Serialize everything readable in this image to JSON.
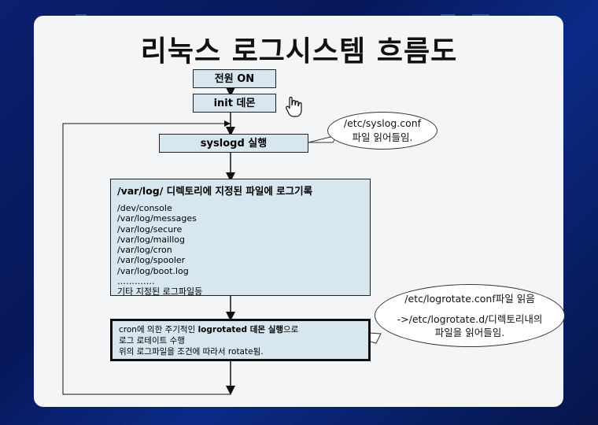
{
  "title": "리눅스 로그시스템 흐름도",
  "steps": {
    "power": "전원 ON",
    "init": "init 데몬",
    "syslogd": "syslogd 실행"
  },
  "log_box": {
    "heading": "/var/log/ 디렉토리에 지정된 파일에 로그기록",
    "items": [
      "/dev/console",
      "/var/log/messages",
      "/var/log/secure",
      "/var/log/maillog",
      "/var/log/cron",
      "/var/log/spooler",
      "/var/log/boot.log",
      "………….",
      "기타 지정된 로그파일등"
    ]
  },
  "cron_box": {
    "line1_prefix": "cron에 의한 주기적인 ",
    "line1_bold": "logrotated 데몬 실행",
    "line1_suffix": "으로",
    "line2": "로그 로테이트 수행",
    "line3": "위의 로그파일을 조건에 따라서 rotate됨."
  },
  "bubbles": {
    "syslog_conf": [
      "/etc/syslog.conf",
      "파일 읽어들임."
    ],
    "logrotate": [
      "/etc/logrotate.conf파일 읽음",
      "->/etc/logrotate.d/디렉토리내의",
      "파일을 읽어들임."
    ]
  },
  "icons": {
    "cursor": "hand-pointer-icon"
  }
}
